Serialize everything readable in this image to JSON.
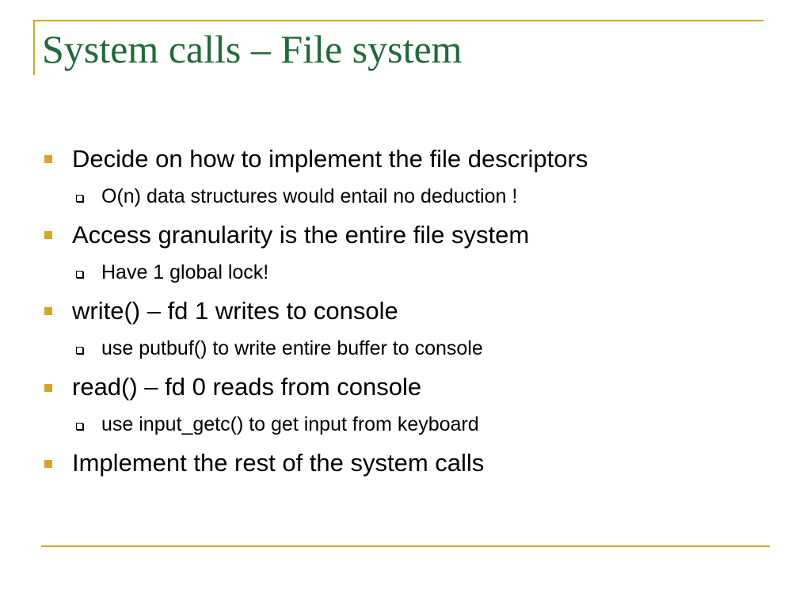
{
  "slide": {
    "title": "System calls – File system",
    "colors": {
      "title": "#1f6b3a",
      "accent": "#d9a521",
      "text": "#000000"
    },
    "icons": {
      "level1": "filled-square-bullet-icon",
      "level2": "hollow-square-bullet-icon"
    },
    "items": [
      {
        "level": 1,
        "text": "Decide on how to implement the file descriptors"
      },
      {
        "level": 2,
        "text": "O(n) data structures would entail no deduction !"
      },
      {
        "level": 1,
        "text": "Access granularity is the entire file system"
      },
      {
        "level": 2,
        "text": "Have 1 global lock!"
      },
      {
        "level": 1,
        "text": "write() – fd 1 writes to console"
      },
      {
        "level": 2,
        "text": "use putbuf() to write entire buffer to console"
      },
      {
        "level": 1,
        "text": "read() – fd 0 reads from console"
      },
      {
        "level": 2,
        "text": "use input_getc() to get input from keyboard"
      },
      {
        "level": 1,
        "text": "Implement the rest of the system calls"
      }
    ]
  }
}
